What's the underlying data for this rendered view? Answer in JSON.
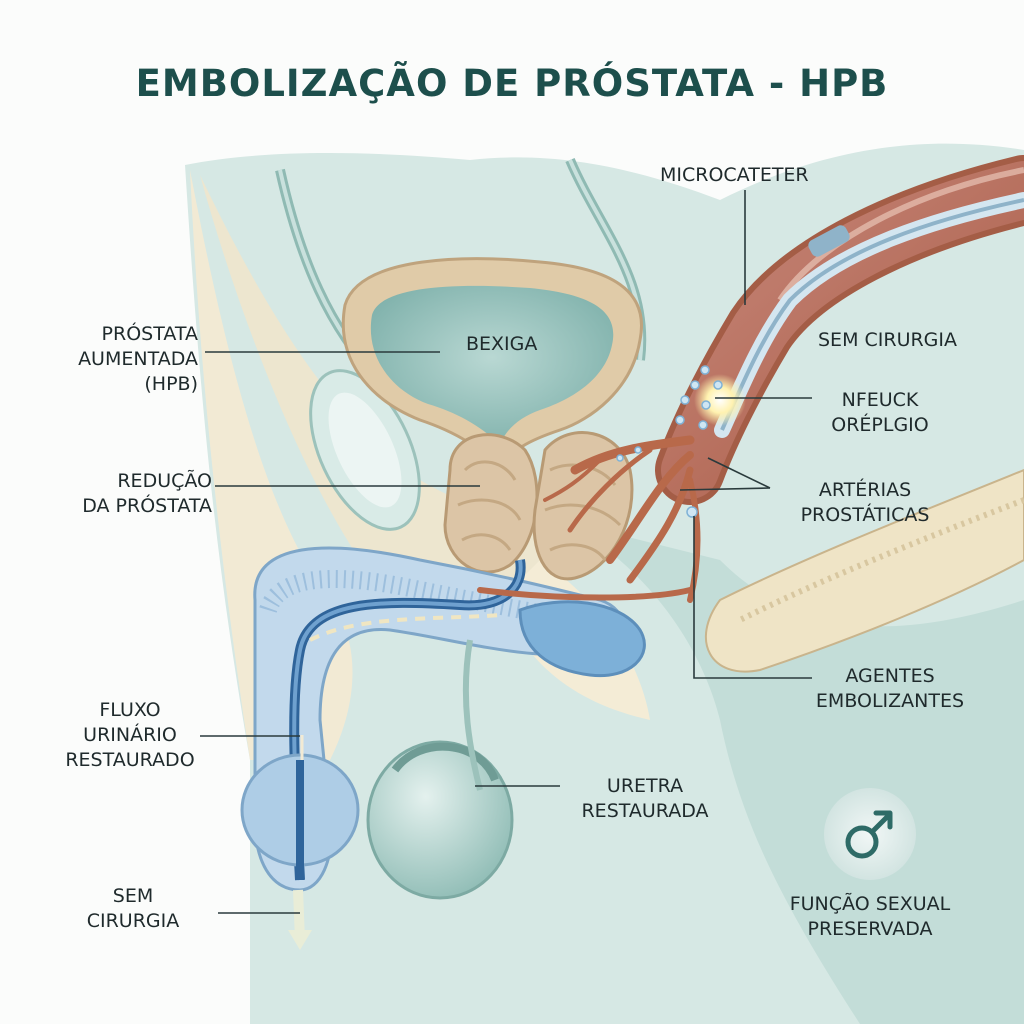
{
  "title": "EMBOLIZAÇÃO DE PRÓSTATA - HPB",
  "labels": {
    "prostata_aumentada": [
      "PRÓSTATA",
      "AUMENTADA",
      "(HPB)"
    ],
    "reducao_prostata": [
      "REDUÇÃO",
      "DA PRÓSTATA"
    ],
    "fluxo_urinario": [
      "FLUXO",
      "URINÁRIO",
      "RESTAURADO"
    ],
    "sem_cirurgia_left": [
      "SEM",
      "CIRURGIA"
    ],
    "bexiga": "BEXIGA",
    "microcateter": "MICROCATETER",
    "sem_cirurgia_right": "SEM CIRURGIA",
    "nfeuck": [
      "NFEUCK",
      "ORÉPLGIO"
    ],
    "arterias_prostaticas": [
      "ARTÉRIAS",
      "PROSTÁTICAS"
    ],
    "agentes_embolizantes": [
      "AGENTES",
      "EMBOLIZANTES"
    ],
    "uretra_restaurada": [
      "URETRA",
      "RESTAURADA"
    ],
    "funcao_sexual": [
      "FUNÇÃO SEXUAL",
      "PRESERVADA"
    ]
  },
  "icons": {
    "male_symbol": "male-symbol-icon"
  },
  "colors": {
    "title": "#1d4f4c",
    "tissue_teal": "#cfe3df",
    "tissue_cream": "#f2ead4",
    "prostate": "#dcc5a6",
    "artery": "#b8694a",
    "urethra_blue": "#3f78a8",
    "leader": "#2a3a3c"
  }
}
